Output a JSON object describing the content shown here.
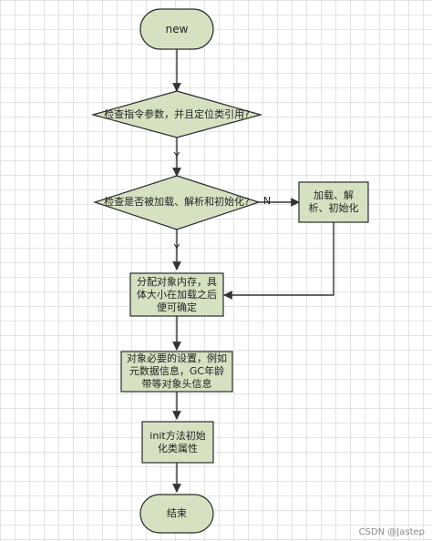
{
  "nodes": {
    "start": "new",
    "check_symbol": "检查指令参数，并且定位类引用?",
    "check_loaded": "检查是否被加载、解析和初始化?",
    "load": "加载、解\n析、初始化",
    "allocate": "分配对象内存，具\n体大小在加载之后\n便可确定",
    "header": "对象必要的设置，例如\n元数据信息，GC年龄\n带等对象头信息",
    "init": "init方法初始\n化类属性",
    "end": "结束"
  },
  "edges": {
    "yes1": "Y",
    "no": "N",
    "yes2": "Y"
  },
  "watermark": "CSDN @Jastep",
  "colors": {
    "fill": "#d6e1c2",
    "stroke": "#2b2b2b",
    "arrow": "#333333"
  }
}
